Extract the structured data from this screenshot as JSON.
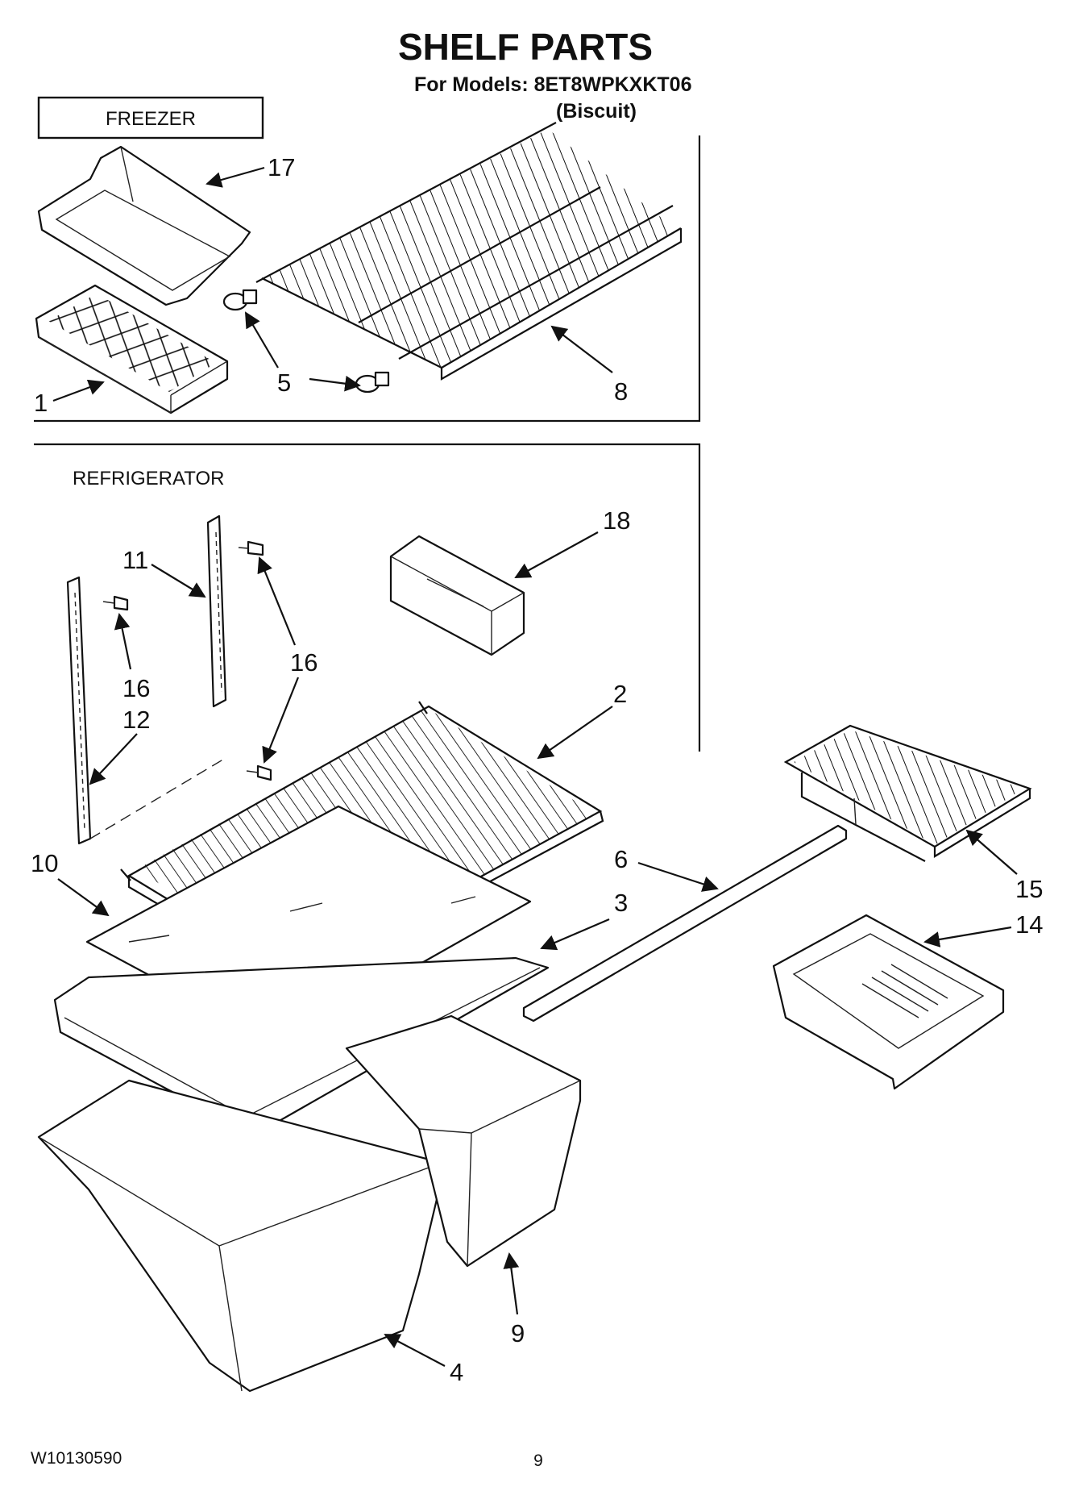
{
  "header": {
    "title": "SHELF PARTS",
    "models_line": "For Models: 8ET8WPKXKT06",
    "color_line": "(Biscuit)"
  },
  "sections": {
    "freezer": "FREEZER",
    "refrigerator": "REFRIGERATOR"
  },
  "callouts": {
    "c17": "17",
    "c1": "1",
    "c5": "5",
    "c8": "8",
    "c18": "18",
    "c11": "11",
    "c16a": "16",
    "c16b": "16",
    "c12": "12",
    "c2": "2",
    "c10": "10",
    "c6": "6",
    "c3": "3",
    "c15": "15",
    "c14": "14",
    "c9": "9",
    "c4": "4"
  },
  "footer": {
    "doc_number": "W10130590",
    "page_number": "9"
  }
}
